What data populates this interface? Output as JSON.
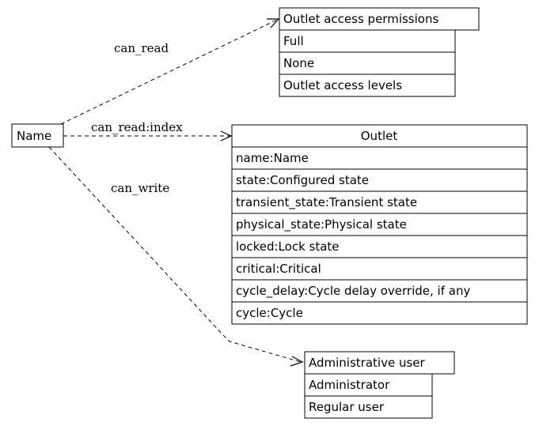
{
  "source": {
    "label": "Name"
  },
  "tables": {
    "permissions": {
      "title": "Outlet access permissions",
      "rows": [
        "Full",
        "None",
        "Outlet access levels"
      ]
    },
    "outlet": {
      "title": "Outlet",
      "rows": [
        "name:Name",
        "state:Configured state",
        "transient_state:Transient state",
        "physical_state:Physical state",
        "locked:Lock state",
        "critical:Critical",
        "cycle_delay:Cycle delay override, if any",
        "cycle:Cycle"
      ]
    },
    "admin": {
      "title": "Administrative user",
      "rows": [
        "Administrator",
        "Regular user"
      ]
    }
  },
  "edges": {
    "read": "can_read",
    "read_index": "can_read:index",
    "write": "can_write"
  }
}
